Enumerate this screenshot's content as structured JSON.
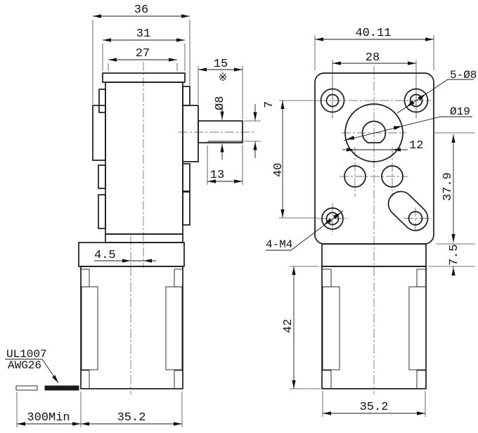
{
  "side_view": {
    "dim_width_overall": "36",
    "dim_width_plate": "31",
    "dim_width_body": "27",
    "dim_shaft_length": "15",
    "ref_mark": "※",
    "dim_shaft_dia": "Ø8",
    "dim_shaft_flat": "7",
    "dim_flat_length": "13",
    "dim_center_offset": "4.5",
    "dim_motor_width": "35.2",
    "dim_wire_length": "300Min",
    "wire_label_line1": "UL1007",
    "wire_label_line2": "AWG26"
  },
  "front_view": {
    "dim_width_overall": "40.11",
    "dim_hole_spacing": "28",
    "label_mount_holes": "5-Ø8",
    "label_boss_dia": "Ø19",
    "dim_hole_pair_spacing": "12",
    "dim_hole_vertical_span": "40",
    "dim_lower_span": "37.9",
    "dim_neck_height": "7.5",
    "label_tapped_holes": "4-M4",
    "dim_motor_height": "42",
    "dim_motor_width": "35.2"
  }
}
